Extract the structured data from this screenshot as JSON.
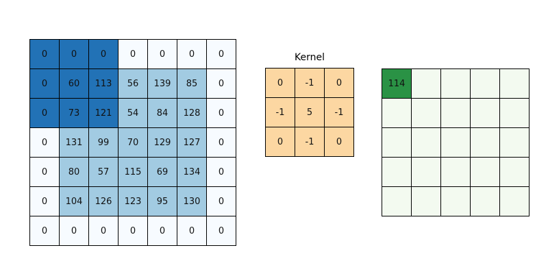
{
  "figure": {
    "background": "#ffffff",
    "border_color": "#000000",
    "text_color": "#111111"
  },
  "input_matrix": {
    "rows": [
      [
        0,
        0,
        0,
        0,
        0,
        0,
        0
      ],
      [
        0,
        60,
        113,
        56,
        139,
        85,
        0
      ],
      [
        0,
        73,
        121,
        54,
        84,
        128,
        0
      ],
      [
        0,
        131,
        99,
        70,
        129,
        127,
        0
      ],
      [
        0,
        80,
        57,
        115,
        69,
        134,
        0
      ],
      [
        0,
        104,
        126,
        123,
        95,
        130,
        0
      ],
      [
        0,
        0,
        0,
        0,
        0,
        0,
        0
      ]
    ],
    "highlight_region": {
      "row_start": 0,
      "row_end": 2,
      "col_start": 0,
      "col_end": 2
    },
    "colors": {
      "padding_cell": "#f7fbff",
      "data_cell": "#a2cbe2",
      "highlight_cell": "#2272b6"
    }
  },
  "kernel": {
    "title": "Kernel",
    "rows": [
      [
        0,
        -1,
        0
      ],
      [
        -1,
        5,
        -1
      ],
      [
        0,
        -1,
        0
      ]
    ],
    "colors": {
      "cell": "#fcd7a2"
    }
  },
  "output_matrix": {
    "rows": [
      [
        "114",
        "",
        "",
        "",
        ""
      ],
      [
        "",
        "",
        "",
        "",
        ""
      ],
      [
        "",
        "",
        "",
        "",
        ""
      ],
      [
        "",
        "",
        "",
        "",
        ""
      ],
      [
        "",
        "",
        "",
        "",
        ""
      ]
    ],
    "computed_value": "114",
    "colors": {
      "empty_cell": "#f3faf0",
      "computed_cell": "#2a9245"
    }
  }
}
